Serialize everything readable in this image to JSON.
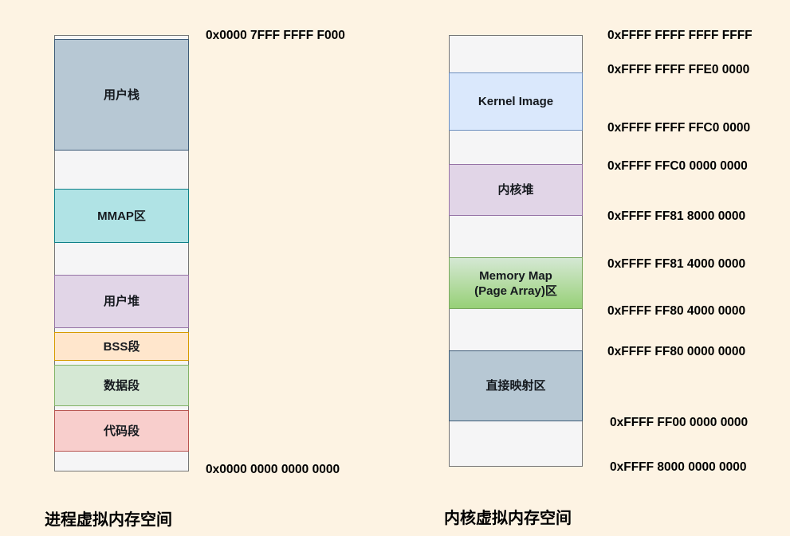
{
  "background_color": "#FDF3E3",
  "left_column": {
    "caption": "进程虚拟内存空间",
    "top_address": "0x0000 7FFF FFFF F000",
    "bottom_address": "0x0000 0000 0000 0000",
    "segments": [
      {
        "label": "用户栈",
        "fill": "#B7C8D4",
        "border": "#3D5A77"
      },
      {
        "label": "MMAP区",
        "fill": "#B0E3E5",
        "border": "#0E8088"
      },
      {
        "label": "用户堆",
        "fill": "#E1D5E7",
        "border": "#9673A6"
      },
      {
        "label": "BSS段",
        "fill": "#FFE6CC",
        "border": "#D79B00"
      },
      {
        "label": "数据段",
        "fill": "#D5E8D4",
        "border": "#82B366"
      },
      {
        "label": "代码段",
        "fill": "#F8CECC",
        "border": "#B85450"
      }
    ]
  },
  "right_column": {
    "caption": "内核虚拟内存空间",
    "segments": [
      {
        "label": "Kernel Image",
        "fill": "#DAE8FC",
        "border": "#6C8EBF"
      },
      {
        "label": "内核堆",
        "fill": "#E1D5E7",
        "border": "#9673A6"
      },
      {
        "label_lines": {
          "0": "Memory Map",
          "1": "(Page Array)区"
        },
        "fill": "#D5E8D4-#97D077",
        "border": "#78A75D"
      },
      {
        "label": "直接映射区",
        "fill": "#B7C8D4",
        "border": "#3D5A77"
      }
    ],
    "addresses": [
      "0xFFFF FFFF FFFF FFFF",
      "0xFFFF FFFF FFE0 0000",
      "0xFFFF FFFF FFC0 0000",
      "0xFFFF FFC0 0000 0000",
      "0xFFFF FF81 8000 0000",
      "0xFFFF FF81 4000 0000",
      "0xFFFF FF80 4000 0000",
      "0xFFFF FF80 0000 0000",
      "0xFFFF FF00 0000 0000",
      "0xFFFF 8000 0000 0000"
    ]
  },
  "empty_block_fill": "#F5F5F6"
}
